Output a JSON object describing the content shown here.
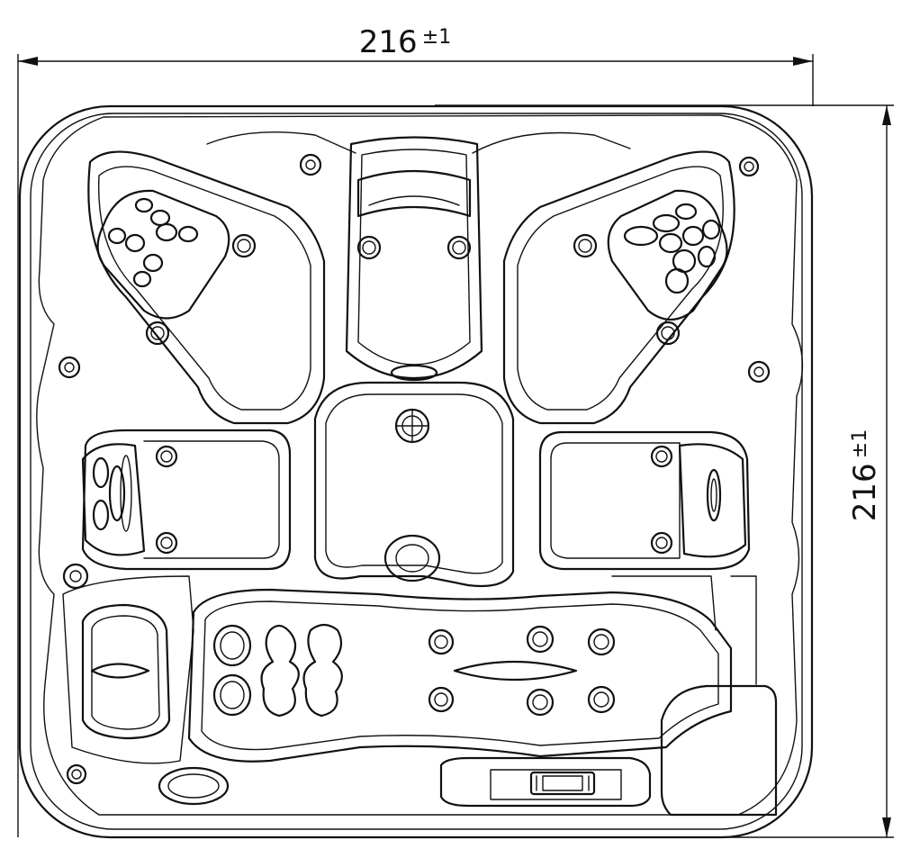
{
  "dimensions": {
    "width": {
      "value": "216",
      "tolerance": "±1"
    },
    "depth": {
      "value": "216",
      "tolerance": "±1"
    }
  },
  "seats": [
    {
      "id": "top-left-corner"
    },
    {
      "id": "top-center"
    },
    {
      "id": "top-right-corner"
    },
    {
      "id": "left-side"
    },
    {
      "id": "right-side"
    },
    {
      "id": "lounger"
    },
    {
      "id": "bottom-left-pillow"
    }
  ],
  "control_panel": {
    "icon": "keypad-icon"
  },
  "drain": {
    "icon": "drain-icon"
  }
}
